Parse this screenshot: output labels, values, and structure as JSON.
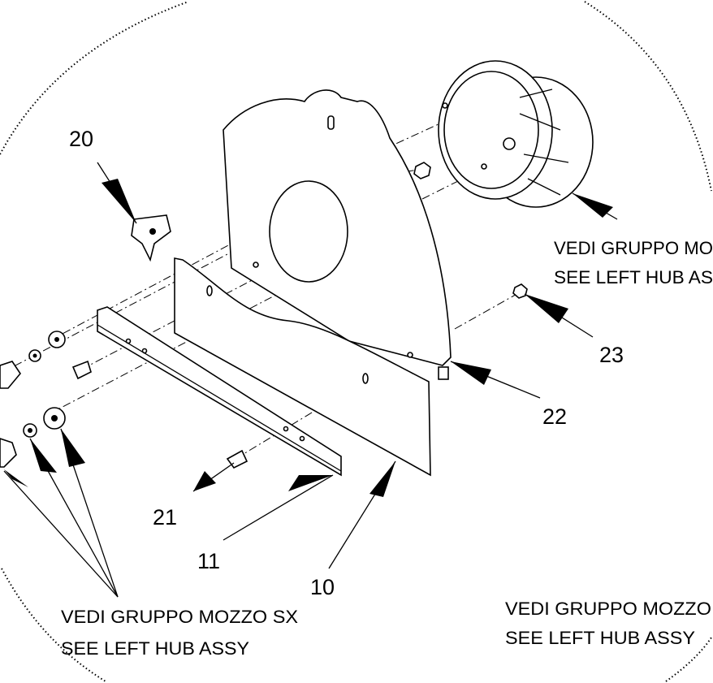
{
  "diagram": {
    "callouts": [
      {
        "id": "20",
        "label": "20"
      },
      {
        "id": "23",
        "label": "23"
      },
      {
        "id": "22",
        "label": "22"
      },
      {
        "id": "21",
        "label": "21"
      },
      {
        "id": "11",
        "label": "11"
      },
      {
        "id": "10",
        "label": "10"
      }
    ],
    "notes": {
      "top_right": {
        "line1": "VEDI GRUPPO MO",
        "line2": "SEE LEFT HUB AS"
      },
      "bottom_left": {
        "line1": "VEDI GRUPPO MOZZO SX",
        "line2": "SEE LEFT HUB ASSY"
      },
      "bottom_right": {
        "line1": "VEDI GRUPPO MOZZO",
        "line2": "SEE LEFT HUB ASSY"
      }
    }
  }
}
